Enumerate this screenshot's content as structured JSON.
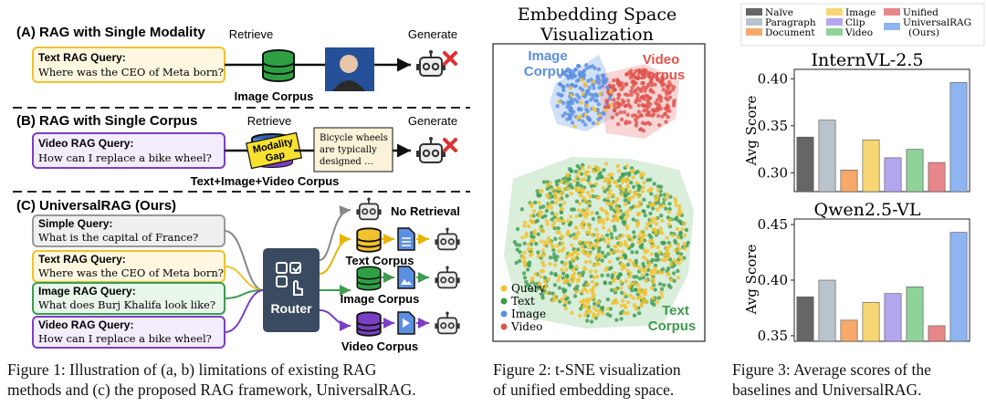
{
  "figure1": {
    "section_a": {
      "title": "(A) RAG with Single Modality",
      "query_label": "Text RAG Query:",
      "query_text": "Where was the CEO of Meta born?",
      "retrieve": "Retrieve",
      "generate": "Generate",
      "corpus": "Image Corpus"
    },
    "section_b": {
      "title": "(B) RAG with Single Corpus",
      "query_label": "Video RAG Query:",
      "query_text": "How can I replace a bike wheel?",
      "retrieve": "Retrieve",
      "generate": "Generate",
      "gap_line1": "Modality",
      "gap_line2": "Gap",
      "note_line1": "Bicycle wheels",
      "note_line2": "are typically",
      "note_line3": "designed …",
      "corpus": "Text+Image+Video Corpus"
    },
    "section_c": {
      "title": "(C) UniversalRAG (Ours)",
      "router": "Router",
      "no_retrieval": "No Retrieval",
      "text_corpus": "Text Corpus",
      "image_corpus": "Image Corpus",
      "video_corpus": "Video Corpus",
      "queries": [
        {
          "label": "Simple Query:",
          "text": "What is the capital of France?"
        },
        {
          "label": "Text RAG Query:",
          "text": "Where was the CEO of Meta born?"
        },
        {
          "label": "Image RAG Query:",
          "text": "What does Burj Khalifa look like?"
        },
        {
          "label": "Video RAG Query:",
          "text": "How can I replace a bike wheel?"
        }
      ]
    }
  },
  "figure2": {
    "title_line1": "Embedding Space",
    "title_line2": "Visualization",
    "image_corpus_line1": "Image",
    "image_corpus_line2": "Corpus",
    "video_corpus_line1": "Video",
    "video_corpus_line2": "Corpus",
    "text_corpus_line1": "Text",
    "text_corpus_line2": "Corpus",
    "legend": [
      {
        "label": "Query",
        "color": "#f2c12e"
      },
      {
        "label": "Text",
        "color": "#3f9b50"
      },
      {
        "label": "Image",
        "color": "#5b8fe0"
      },
      {
        "label": "Video",
        "color": "#e0534c"
      }
    ]
  },
  "figure3": {
    "legend": [
      {
        "label": "Naïve",
        "color": "#666666"
      },
      {
        "label": "Image",
        "color": "#f7d774"
      },
      {
        "label": "Unified",
        "color": "#e7878a"
      },
      {
        "label": "Paragraph",
        "color": "#b9c3cc"
      },
      {
        "label": "Clip",
        "color": "#b3a6ee"
      },
      {
        "label": "UniversalRAG",
        "color": "#8eb4f2"
      },
      {
        "label": "Document",
        "color": "#f6a96a"
      },
      {
        "label": "Video",
        "color": "#8fd29a"
      },
      {
        "label": "(Ours)",
        "color": ""
      }
    ]
  },
  "chart_data": [
    {
      "type": "bar",
      "title": "InternVL-2.5",
      "ylabel": "Avg Score",
      "ylim": [
        0.28,
        0.41
      ],
      "yticks": [
        "0.30",
        "0.35",
        "0.40"
      ],
      "categories": [
        "Naïve",
        "Paragraph",
        "Document",
        "Image",
        "Clip",
        "Video",
        "Unified",
        "UniversalRAG (Ours)"
      ],
      "values": [
        0.338,
        0.356,
        0.303,
        0.335,
        0.316,
        0.325,
        0.311,
        0.396
      ],
      "colors": [
        "#666666",
        "#b9c3cc",
        "#f6a96a",
        "#f7d774",
        "#b3a6ee",
        "#8fd29a",
        "#e7878a",
        "#8eb4f2"
      ]
    },
    {
      "type": "bar",
      "title": "Qwen2.5-VL",
      "ylabel": "Avg Score",
      "ylim": [
        0.345,
        0.455
      ],
      "yticks": [
        "0.35",
        "0.40",
        "0.45"
      ],
      "categories": [
        "Naïve",
        "Paragraph",
        "Document",
        "Image",
        "Clip",
        "Video",
        "Unified",
        "UniversalRAG (Ours)"
      ],
      "values": [
        0.385,
        0.4,
        0.364,
        0.38,
        0.388,
        0.394,
        0.359,
        0.443
      ],
      "colors": [
        "#666666",
        "#b9c3cc",
        "#f6a96a",
        "#f7d774",
        "#b3a6ee",
        "#8fd29a",
        "#e7878a",
        "#8eb4f2"
      ]
    }
  ],
  "captions": {
    "fig1_line1": "Figure 1:  Illustration of (a, b) limitations of existing RAG",
    "fig1_line2": "methods and (c) the proposed RAG framework, UniversalRAG.",
    "fig2_line1": "Figure 2:  t-SNE visualization",
    "fig2_line2": "of unified embedding space.",
    "fig3_line1": "Figure 3:  Average scores of the",
    "fig3_line2": "baselines and UniversalRAG."
  }
}
